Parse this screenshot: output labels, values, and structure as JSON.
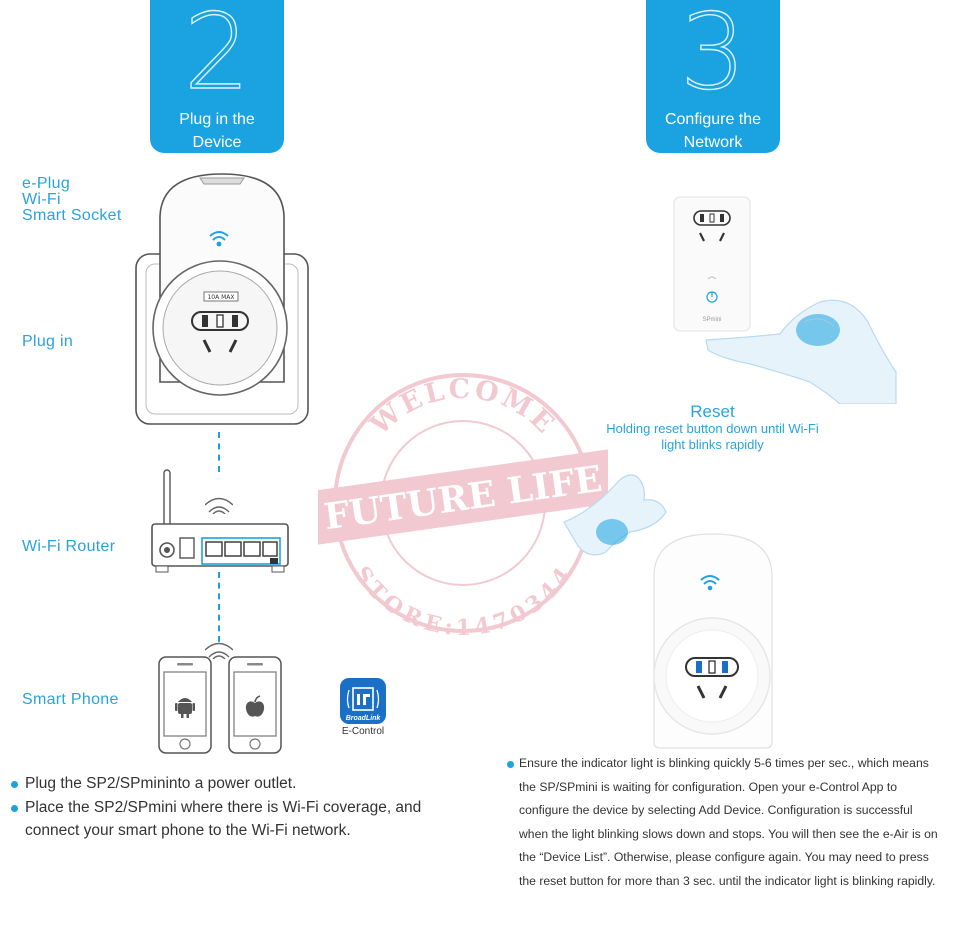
{
  "steps": [
    {
      "number": "2",
      "caption_line1": "Plug in the",
      "caption_line2": "Device"
    },
    {
      "number": "3",
      "caption_line1": "Configure the",
      "caption_line2": "Network"
    }
  ],
  "labels": {
    "eplug_line1": "e-Plug",
    "eplug_line2": "Wi-Fi",
    "eplug_line3": "Smart Socket",
    "plug_in": "Plug in",
    "wifi_router": "Wi-Fi Router",
    "smart_phone": "Smart Phone"
  },
  "socket_rating": "10A MAX",
  "small_plug_brand": "SPmini",
  "app": {
    "logo_text": "BroadLink",
    "name": "E-Control"
  },
  "reset": {
    "title": "Reset",
    "desc_line1": "Holding reset button down until Wi-Fi",
    "desc_line2": "light blinks rapidly"
  },
  "watermark": {
    "top": "WELCOME",
    "middle": "FUTURE LIFE",
    "bottom": "STORE:1470344"
  },
  "bullets": [
    "Plug the SP2/SPmininto a power outlet.",
    "Place the SP2/SPmini where there is Wi-Fi coverage, and connect your smart phone to the Wi-Fi network."
  ],
  "config_paragraph": "Ensure the indicator light is blinking quickly 5-6 times per sec., which means the SP/SPmini is waiting for configuration. Open your e-Control App to configure the device by selecting Add Device. Configuration is successful when the light blinking slows down and stops. You will then see the e-Air is on the “Device List”. Otherwise, please configure again. You may need to press the reset button for more than 3 sec. until the indicator light is blinking rapidly.",
  "colors": {
    "accent": "#1aa3e0",
    "text": "#333333",
    "watermark": "#c8102e"
  }
}
